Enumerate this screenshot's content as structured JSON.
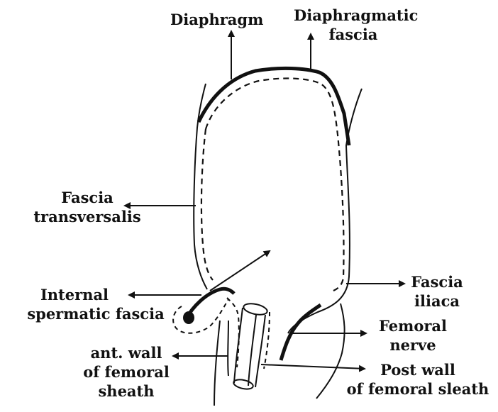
{
  "labels": {
    "diaphragm": "Diaphragm",
    "diaphragmatic_fascia": [
      "Diaphragmatic",
      "fascia"
    ],
    "fascia_transversalis": [
      "Fascia",
      "transversalis"
    ],
    "internal_spermatic_fascia": [
      "Internal",
      "spermatic fascia"
    ],
    "ant_wall_femoral_sheath": [
      "ant. wall",
      "of femoral",
      "sheath"
    ],
    "fascia_iliaca": [
      "Fascia",
      "iliaca"
    ],
    "femoral_nerve": [
      "Femoral",
      "nerve"
    ],
    "post_wall_femoral_sheath": [
      "Post wall",
      "of femoral sleath"
    ]
  },
  "colors": {
    "ink": "#111111",
    "background": "#ffffff"
  }
}
